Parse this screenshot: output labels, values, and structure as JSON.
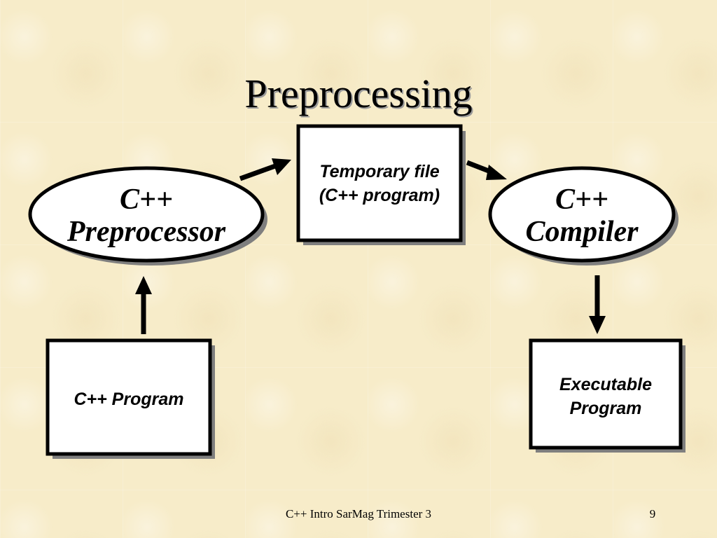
{
  "slide": {
    "title": "Preprocessing",
    "nodes": {
      "preprocessor": {
        "line1": "C++",
        "line2": "Preprocessor"
      },
      "temp_file": {
        "line1": "Temporary file",
        "line2": "(C++ program)"
      },
      "compiler": {
        "line1": "C++",
        "line2": "Compiler"
      },
      "program": {
        "text": "C++ Program"
      },
      "executable": {
        "line1": "Executable",
        "line2": "Program"
      }
    },
    "footer": {
      "text": "C++ Intro SarMag Trimester 3",
      "page_number": "9"
    }
  },
  "colors": {
    "background": "#f7ecc9",
    "shape_fill": "#ffffff",
    "stroke": "#000000",
    "shadow": "#7f7f7f"
  }
}
